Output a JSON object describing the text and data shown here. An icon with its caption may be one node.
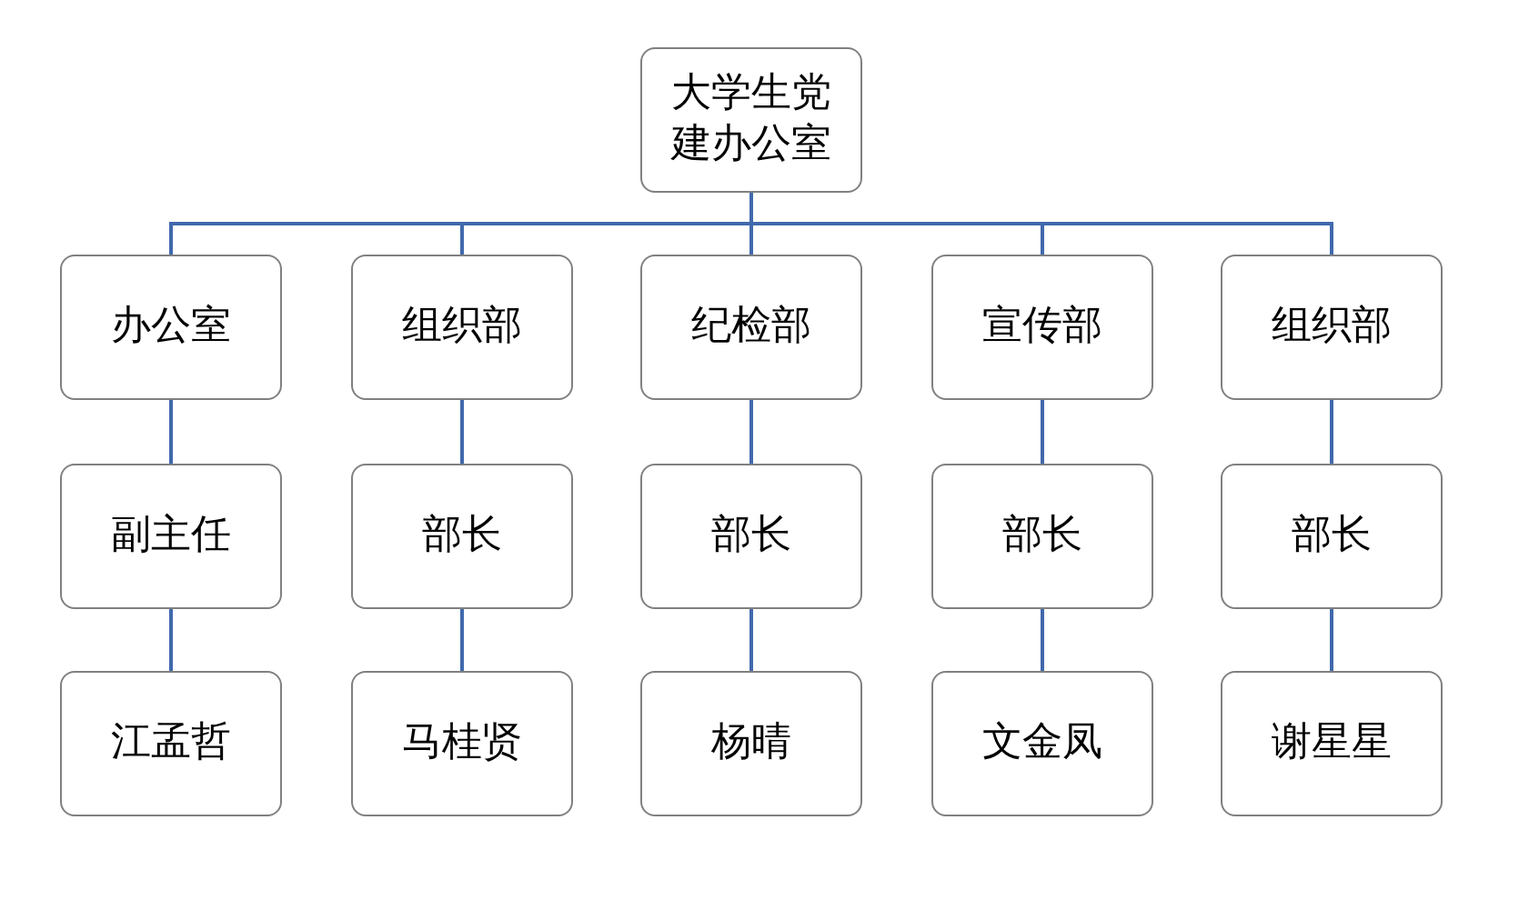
{
  "diagram": {
    "nodes": [
      {
        "text": [
          "大学生党建办公室"
        ]
      },
      {
        "text": [
          "办公室"
        ]
      },
      {
        "text": [
          "组织部"
        ]
      },
      {
        "text": [
          "纪检部"
        ]
      },
      {
        "text": [
          "宣传部"
        ]
      },
      {
        "text": [
          "组织部"
        ]
      },
      {
        "text": [
          "副主任"
        ]
      },
      {
        "text": [
          "部长"
        ]
      },
      {
        "text": [
          "部长"
        ]
      },
      {
        "text": [
          "部长"
        ]
      },
      {
        "text": [
          "部长"
        ]
      },
      {
        "text": [
          "江孟哲"
        ]
      },
      {
        "text": [
          "马桂贤"
        ]
      },
      {
        "text": [
          "杨晴"
        ]
      },
      {
        "text": [
          "文金凤"
        ]
      },
      {
        "text": [
          "谢星星"
        ]
      }
    ],
    "edges": [
      {
        "from": 0,
        "to": 1,
        "arrow": "none"
      },
      {
        "from": 0,
        "to": 2,
        "arrow": "none"
      },
      {
        "from": 0,
        "to": 3,
        "arrow": "none"
      },
      {
        "from": 0,
        "to": 4,
        "arrow": "none"
      },
      {
        "from": 0,
        "to": 5,
        "arrow": "none"
      },
      {
        "from": 1,
        "to": 6,
        "arrow": "none"
      },
      {
        "from": 2,
        "to": 7,
        "arrow": "none"
      },
      {
        "from": 3,
        "to": 8,
        "arrow": "none"
      },
      {
        "from": 4,
        "to": 9,
        "arrow": "none"
      },
      {
        "from": 5,
        "to": 10,
        "arrow": "none"
      },
      {
        "from": 6,
        "to": 11,
        "arrow": "none"
      },
      {
        "from": 7,
        "to": 12,
        "arrow": "none"
      },
      {
        "from": 8,
        "to": 13,
        "arrow": "none"
      },
      {
        "from": 9,
        "to": 14,
        "arrow": "none"
      },
      {
        "from": 10,
        "to": 15,
        "arrow": "none"
      }
    ]
  }
}
